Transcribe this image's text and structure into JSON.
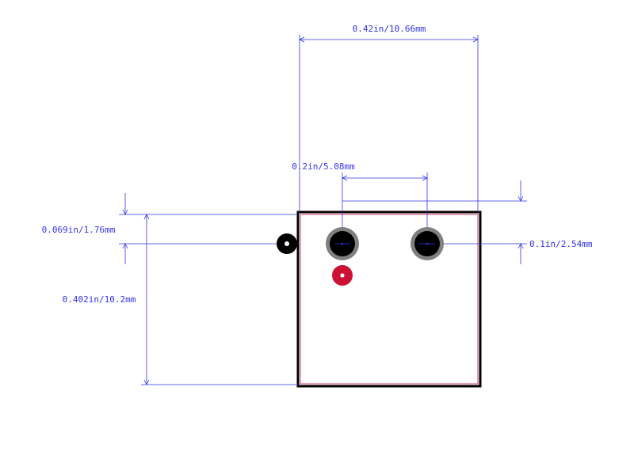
{
  "colors": {
    "dimension": "#3333ee",
    "outline": "#000000",
    "courtyard": "#d04060",
    "pad_ring": "#808080",
    "pad_hole": "#000000",
    "pin1_marker": "#cc1133",
    "background": "#ffffff"
  },
  "dimensions": {
    "overall_width": "0.42in/10.66mm",
    "pin_pitch": "0.2in/5.08mm",
    "top_offset": "0.069in/1.76mm",
    "pad_height": "0.1in/2.54mm",
    "overall_height": "0.402in/10.2mm"
  }
}
